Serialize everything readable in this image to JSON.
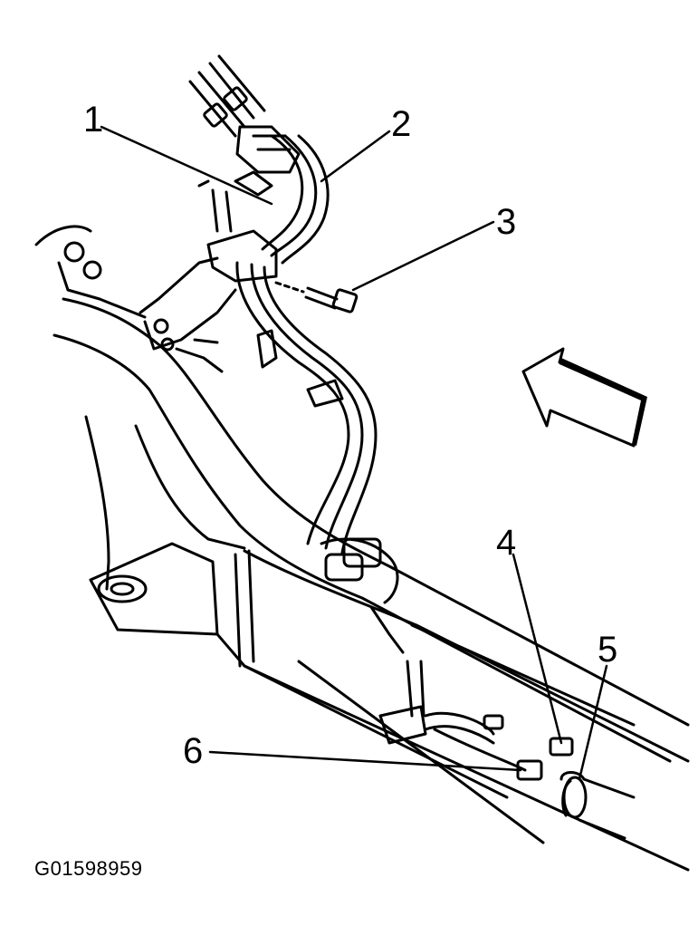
{
  "figure_code": "G01598959",
  "callouts": [
    {
      "id": "1",
      "label": "1"
    },
    {
      "id": "2",
      "label": "2"
    },
    {
      "id": "3",
      "label": "3"
    },
    {
      "id": "4",
      "label": "4"
    },
    {
      "id": "5",
      "label": "5"
    },
    {
      "id": "6",
      "label": "6"
    }
  ],
  "colors": {
    "ink": "#000000",
    "background": "#ffffff"
  },
  "icons": [
    "direction-arrow-icon"
  ]
}
